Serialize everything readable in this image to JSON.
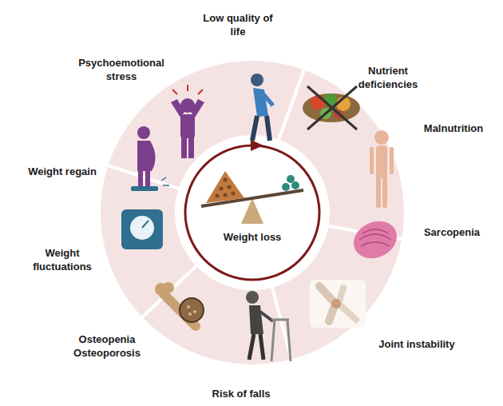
{
  "diagram": {
    "nodes": [
      {
        "text": [
          "Weight loss"
        ]
      }
    ],
    "labels": [
      "Low quality of life",
      "Nutrient deficiencies",
      "Malnutrition",
      "Sarcopenia",
      "Joint instability",
      "Risk of falls",
      "Osteopenia Osteoporosis",
      "Weight fluctuations",
      "Weight regain",
      "Psychoemotional stress"
    ]
  }
}
